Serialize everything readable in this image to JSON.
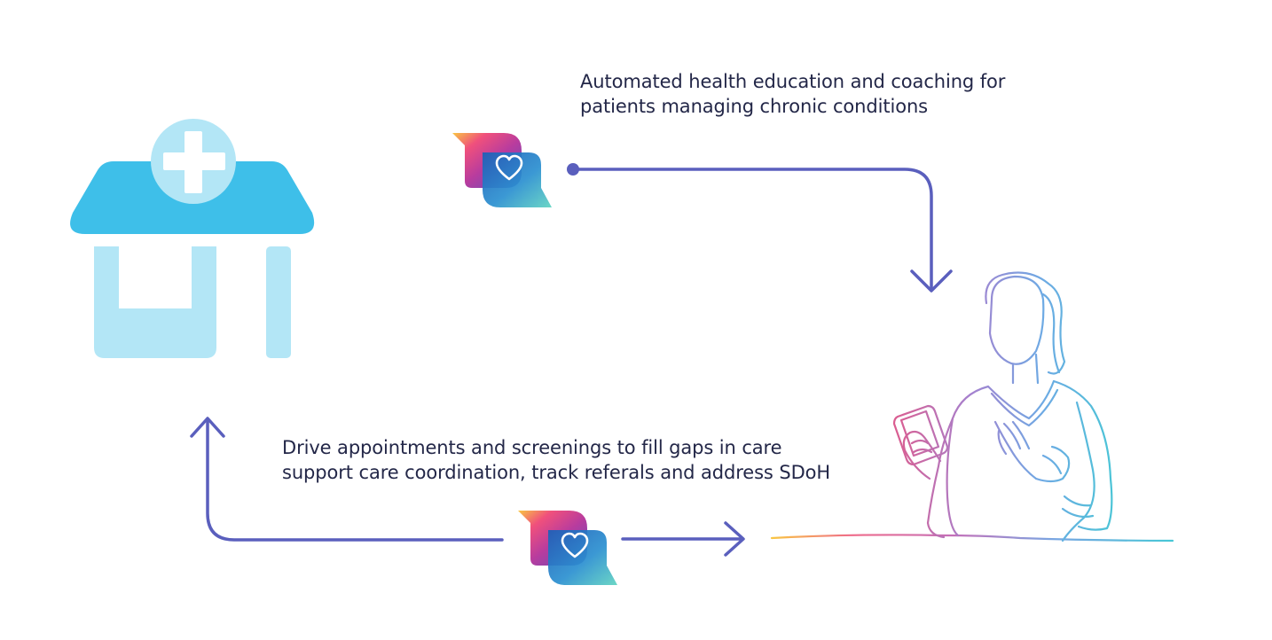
{
  "captions": {
    "top": {
      "line1": "Automated health education and coaching for",
      "line2": "patients managing chronic conditions"
    },
    "bottom": {
      "line1": "Drive appointments and screenings to fill gaps in care",
      "line2": "support care coordination, track referals and address SDoH"
    }
  },
  "icons": {
    "clinic": "clinic-building-icon",
    "chat": "heart-chat-bubble-icon",
    "patient": "woman-with-phone-line-art"
  },
  "colors": {
    "arrow": "#5a5fbd",
    "text": "#232748",
    "clinic_roof": "#3ebfe9",
    "clinic_body": "#b3e6f6",
    "chat_gradient": [
      "#f9c642",
      "#e84a8a",
      "#0f6dbf",
      "#3dc7c1"
    ],
    "line_art_gradient": [
      "#f9c642",
      "#e84a8a",
      "#9d7fcf",
      "#6ab0e6",
      "#46c8d6"
    ]
  }
}
